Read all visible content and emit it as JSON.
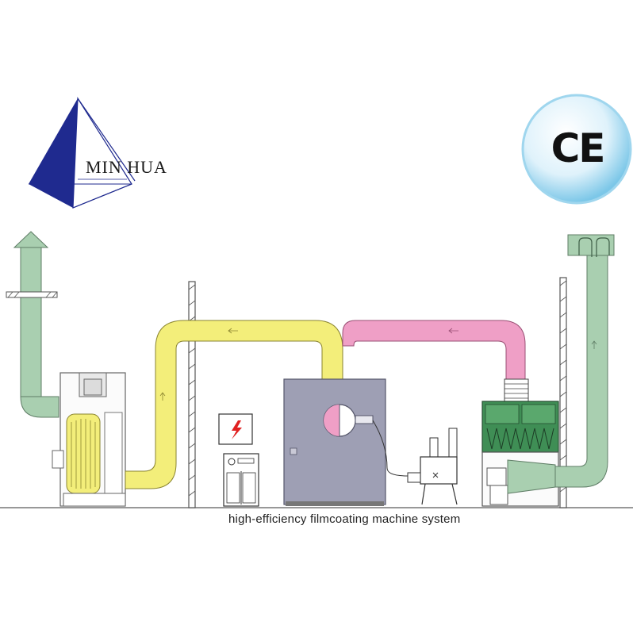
{
  "brand": {
    "name": "MIN HUA"
  },
  "certification": {
    "mark": "CE"
  },
  "caption": "high-efficiency filmcoating machine system",
  "colors": {
    "exhaust_duct": "#a9cfb0",
    "supply_duct": "#f3ee7a",
    "return_duct": "#ef9fc6",
    "machine_body": "#9e9fb4",
    "filter_panel": "#3f8e55",
    "logo_triangle": "#1f2a8f"
  },
  "icons": [
    "triangle-logo-icon",
    "ce-badge-icon",
    "high-voltage-icon",
    "up-arrow-icon"
  ]
}
